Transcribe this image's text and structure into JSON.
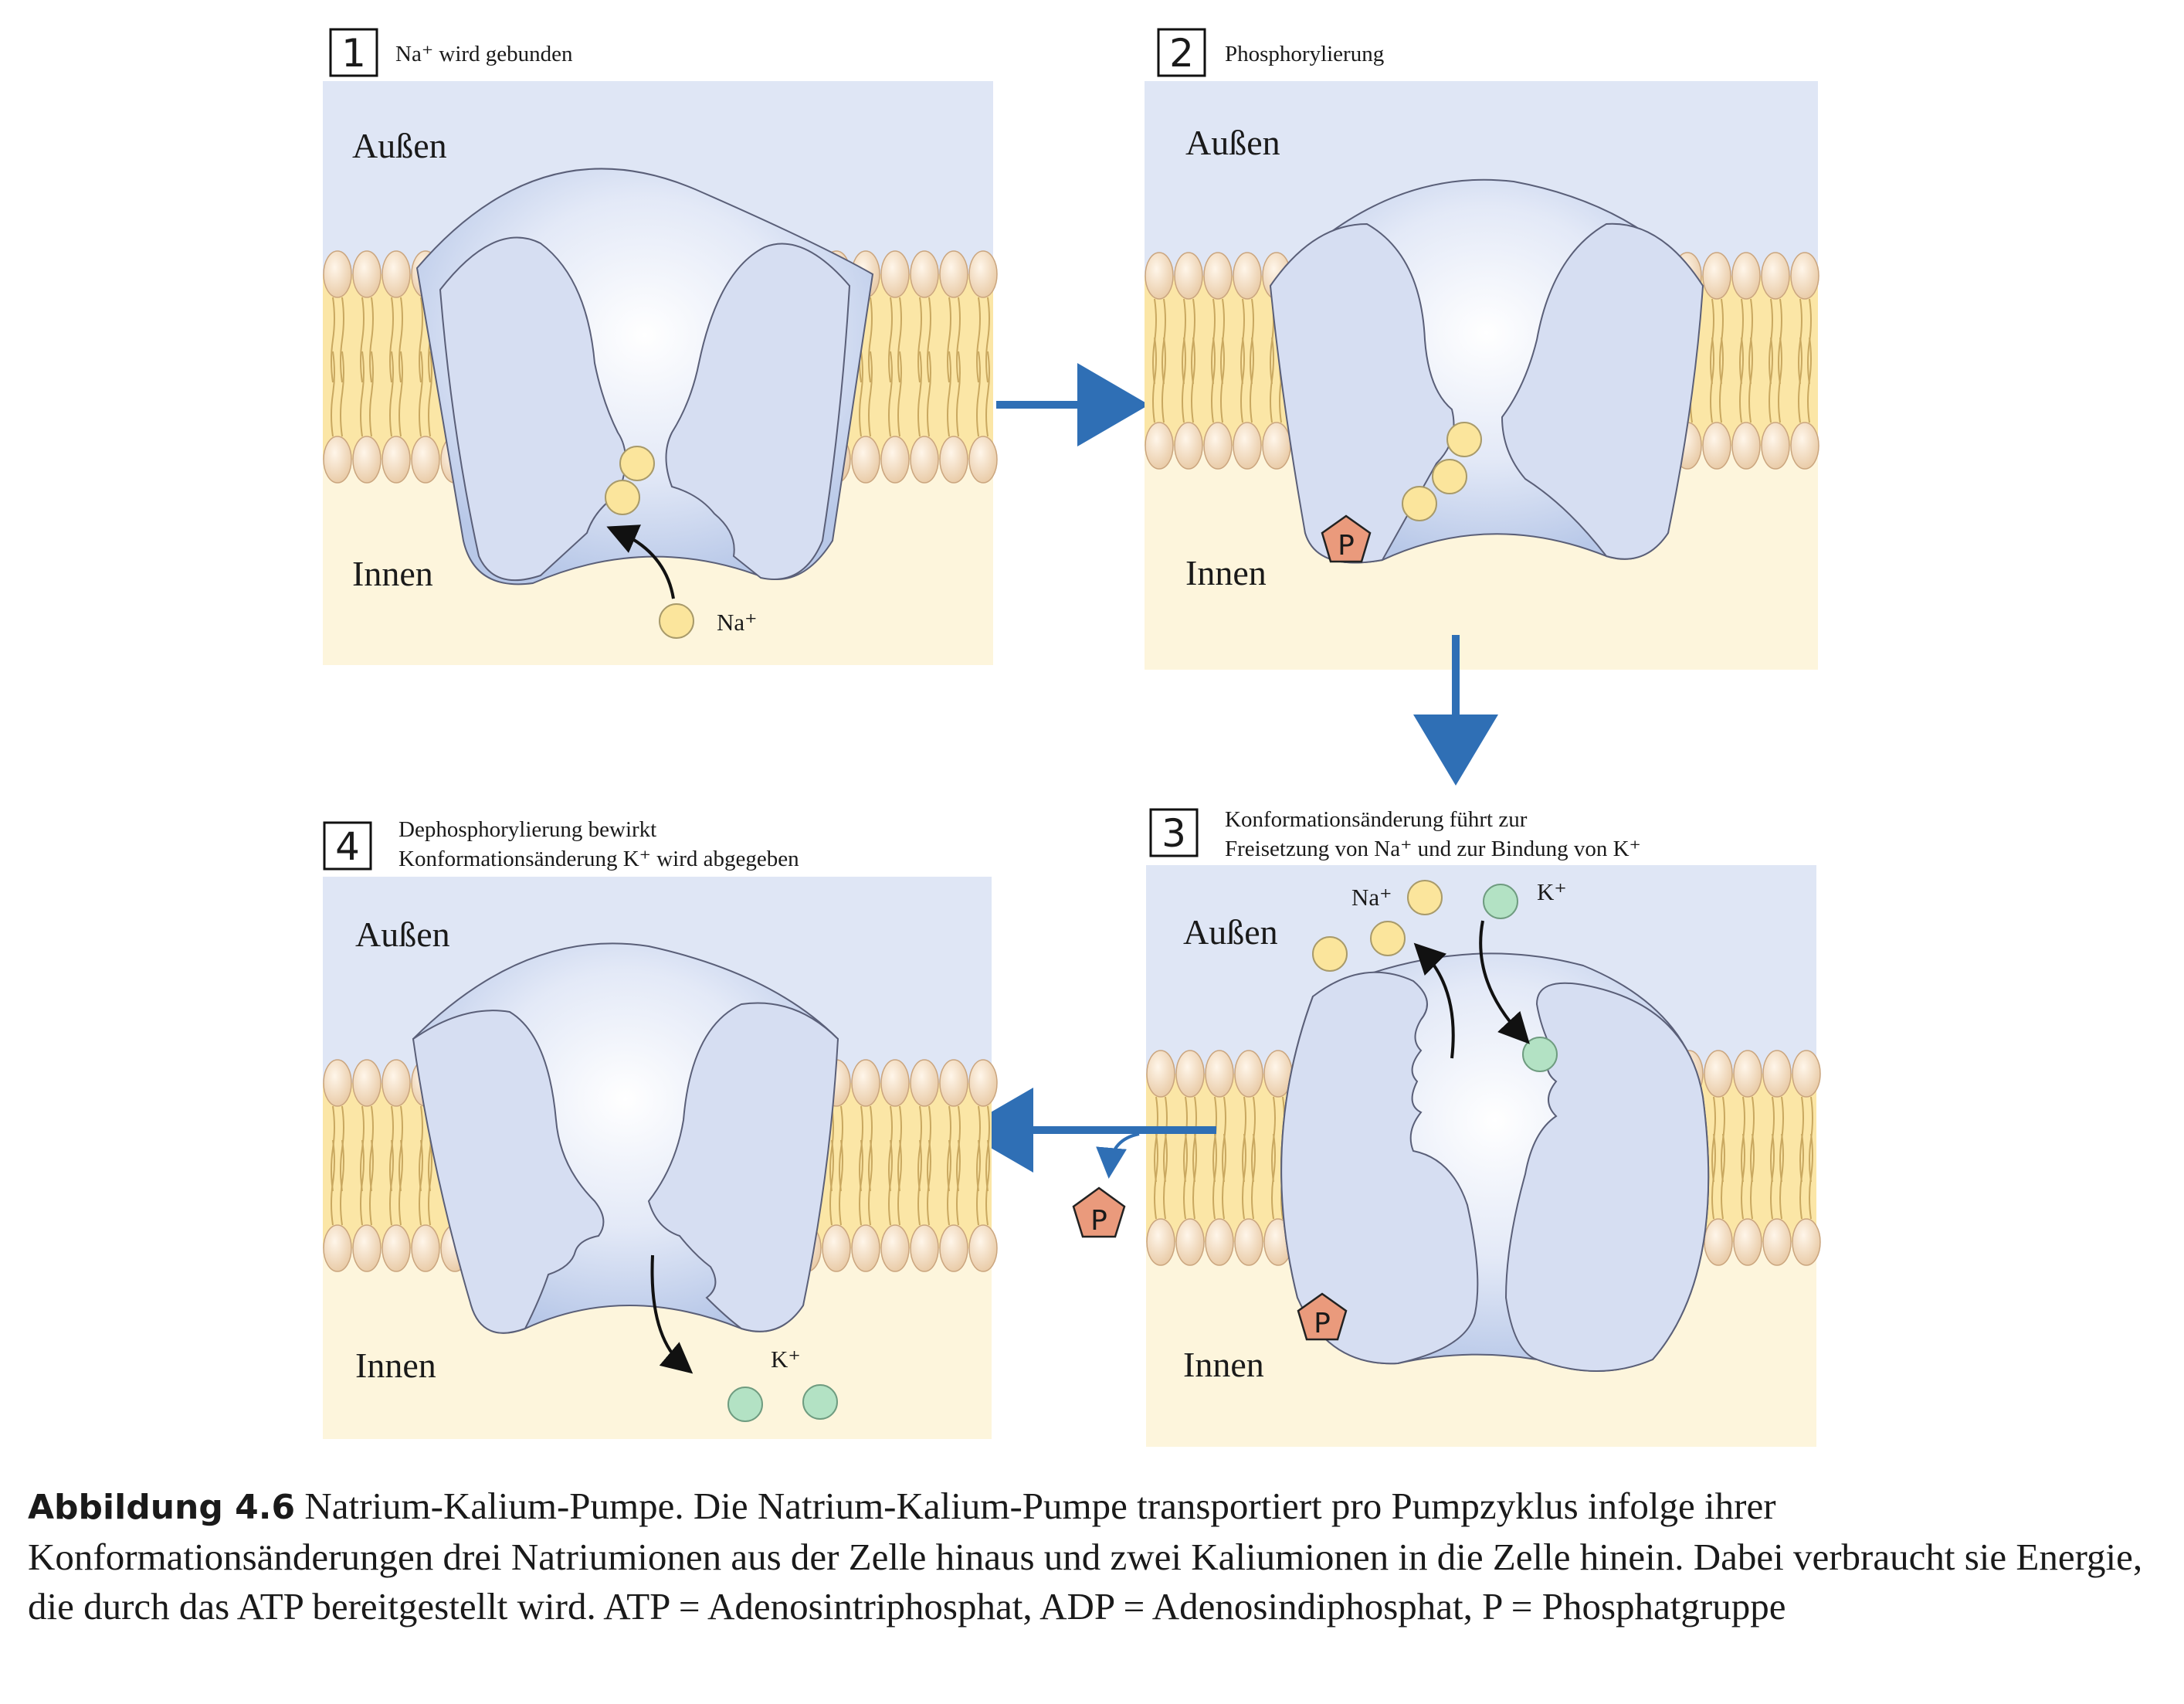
{
  "panels": [
    {
      "number": "1",
      "title_lines": [
        "Na⁺  wird gebunden"
      ],
      "outside": "Außen",
      "inside": "Innen",
      "ion_label": "Na⁺"
    },
    {
      "number": "2",
      "title_lines": [
        "Phosphorylierung"
      ],
      "outside": "Außen",
      "inside": "Innen",
      "phosphate": "P"
    },
    {
      "number": "3",
      "title_lines": [
        "Konformationsänderung führt zur",
        "Freisetzung von Na⁺ und zur Bindung von K⁺"
      ],
      "outside": "Außen",
      "inside": "Innen",
      "na_label": "Na⁺",
      "k_label": "K⁺",
      "phosphate": "P"
    },
    {
      "number": "4",
      "title_lines": [
        "Dephosphorylierung bewirkt",
        "Konformationsänderung K⁺ wird abgegeben"
      ],
      "outside": "Außen",
      "inside": "Innen",
      "ion_label": "K⁺"
    }
  ],
  "released_phosphate": "P",
  "caption": {
    "label": "Abbildung 4.6",
    "text": " Natrium-Kalium-Pumpe. Die Natrium-Kalium-Pumpe transportiert pro Pumpzyklus infolge ihrer Konformationsänderungen drei Natriumionen aus der Zelle hinaus und zwei Kaliumionen in die Zelle hinein. Dabei verbraucht sie Energie, die durch das ATP bereitgestellt wird. ATP = Adenosintriphosphat, ADP = Adenosindiphosphat, P = Phosphatgruppe"
  },
  "colors": {
    "outside": "#dfe6f5",
    "inside": "#fdf5dc",
    "membrane": "#fbe6a6",
    "lipid_head": "#f2d6b2",
    "protein": "#c9d6ef",
    "sodium": "#fbe59c",
    "potassium": "#b3e2c4",
    "phosphate": "#ea9a7c",
    "arrow": "#2f6fb5"
  }
}
